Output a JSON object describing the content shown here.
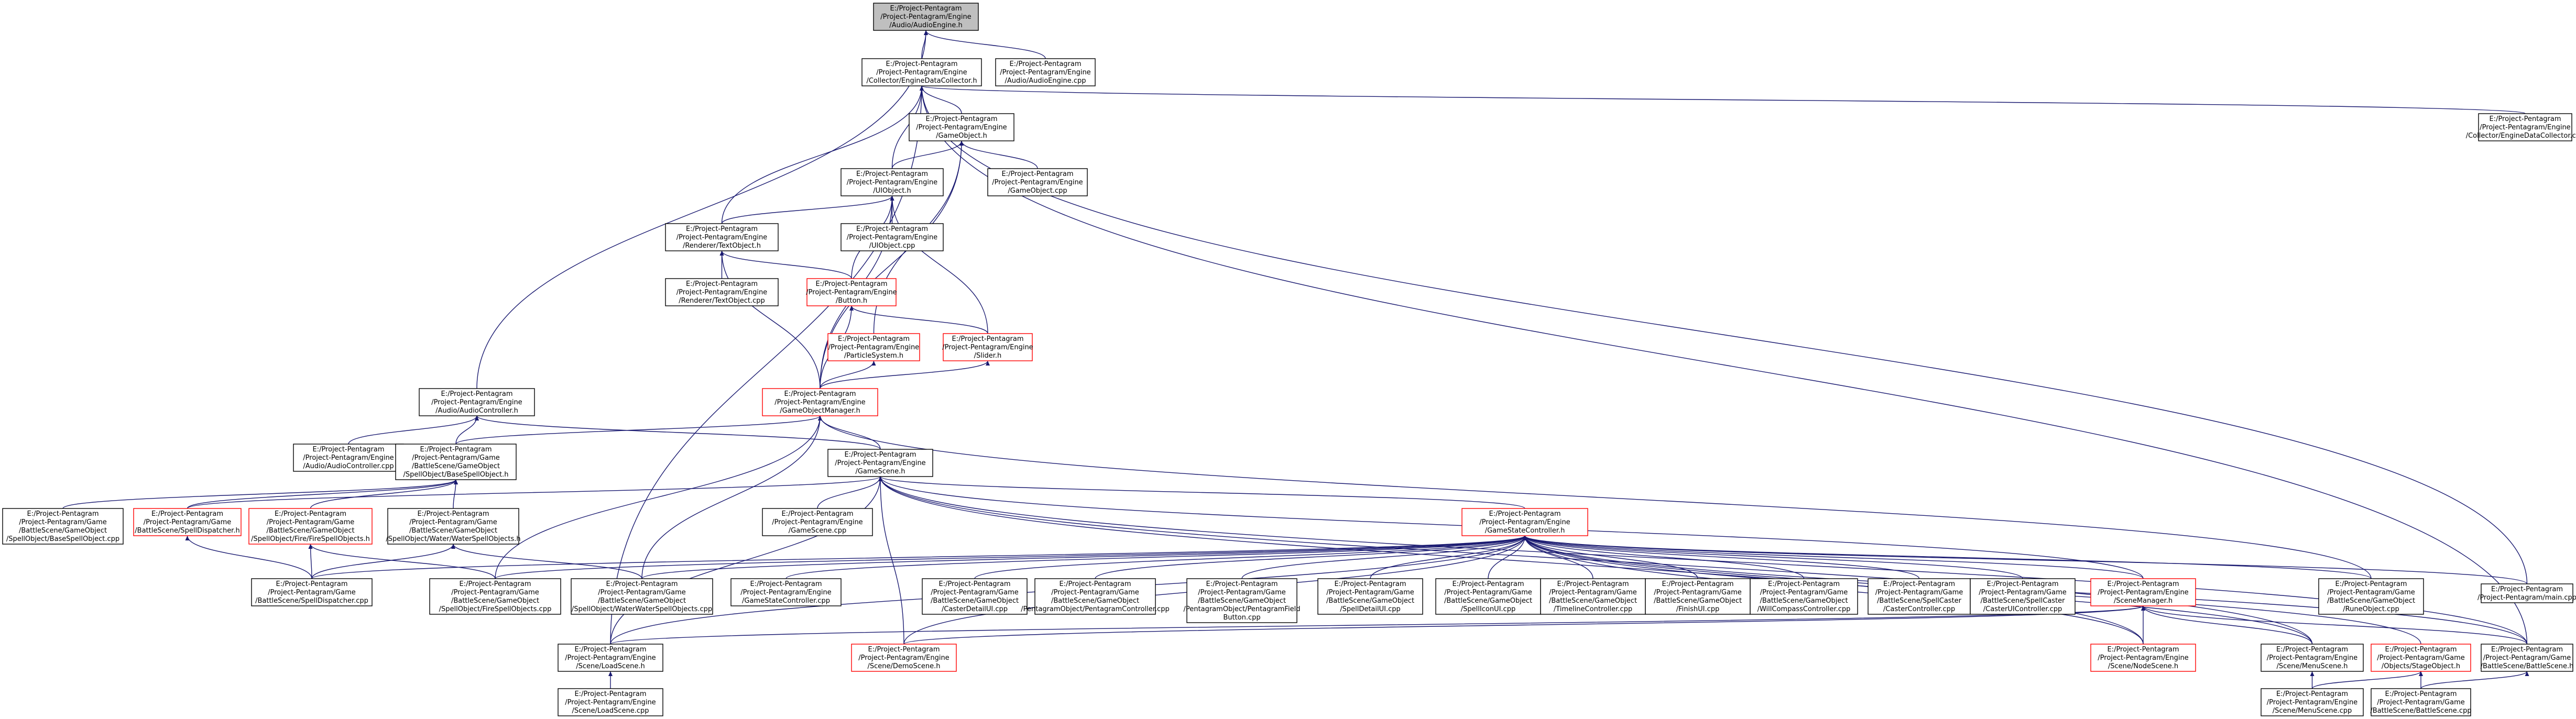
{
  "colors": {
    "edge": "#191970",
    "highlight_border": "#ff0000",
    "root_fill": "#bfbfbf",
    "node_border": "#000000"
  },
  "nodes": [
    {
      "id": "audioengine_h",
      "lines": [
        "E:/Project-Pentagram",
        "/Project-Pentagram/Engine",
        "/Audio/AudioEngine.h"
      ],
      "style": "root"
    },
    {
      "id": "audioengine_cpp",
      "lines": [
        "E:/Project-Pentagram",
        "/Project-Pentagram/Engine",
        "/Audio/AudioEngine.cpp"
      ],
      "style": "normal"
    },
    {
      "id": "collector_h",
      "lines": [
        "E:/Project-Pentagram",
        "/Project-Pentagram/Engine",
        "/Collector/EngineDataCollector.h"
      ],
      "style": "normal"
    },
    {
      "id": "collector_cpp",
      "lines": [
        "E:/Project-Pentagram",
        "/Project-Pentagram/Engine",
        "/Collector/EngineDataCollector.cpp"
      ],
      "style": "normal"
    },
    {
      "id": "gameobject_h",
      "lines": [
        "E:/Project-Pentagram",
        "/Project-Pentagram/Engine",
        "/GameObject.h"
      ],
      "style": "normal"
    },
    {
      "id": "gameobject_cpp",
      "lines": [
        "E:/Project-Pentagram",
        "/Project-Pentagram/Engine",
        "/GameObject.cpp"
      ],
      "style": "normal"
    },
    {
      "id": "uiobject_h",
      "lines": [
        "E:/Project-Pentagram",
        "/Project-Pentagram/Engine",
        "/UIObject.h"
      ],
      "style": "normal"
    },
    {
      "id": "uiobject_cpp",
      "lines": [
        "E:/Project-Pentagram",
        "/Project-Pentagram/Engine",
        "/UIObject.cpp"
      ],
      "style": "normal"
    },
    {
      "id": "textobject_h",
      "lines": [
        "E:/Project-Pentagram",
        "/Project-Pentagram/Engine",
        "/Renderer/TextObject.h"
      ],
      "style": "normal"
    },
    {
      "id": "textobject_cpp",
      "lines": [
        "E:/Project-Pentagram",
        "/Project-Pentagram/Engine",
        "/Renderer/TextObject.cpp"
      ],
      "style": "normal"
    },
    {
      "id": "button_h",
      "lines": [
        "E:/Project-Pentagram",
        "/Project-Pentagram/Engine",
        "/Button.h"
      ],
      "style": "red"
    },
    {
      "id": "particlesystem_h",
      "lines": [
        "E:/Project-Pentagram",
        "/Project-Pentagram/Engine",
        "/ParticleSystem.h"
      ],
      "style": "red"
    },
    {
      "id": "slider_h",
      "lines": [
        "E:/Project-Pentagram",
        "/Project-Pentagram/Engine",
        "/Slider.h"
      ],
      "style": "red"
    },
    {
      "id": "gameobjectmanager_h",
      "lines": [
        "E:/Project-Pentagram",
        "/Project-Pentagram/Engine",
        "/GameObjectManager.h"
      ],
      "style": "red"
    },
    {
      "id": "audiocontroller_h",
      "lines": [
        "E:/Project-Pentagram",
        "/Project-Pentagram/Engine",
        "/Audio/AudioController.h"
      ],
      "style": "normal"
    },
    {
      "id": "audiocontroller_cpp",
      "lines": [
        "E:/Project-Pentagram",
        "/Project-Pentagram/Engine",
        "/Audio/AudioController.cpp"
      ],
      "style": "normal"
    },
    {
      "id": "basespellobject_h",
      "lines": [
        "E:/Project-Pentagram",
        "/Project-Pentagram/Game",
        "/BattleScene/GameObject",
        "/SpellObject/BaseSpellObject.h"
      ],
      "style": "normal"
    },
    {
      "id": "basespellobject_cpp",
      "lines": [
        "E:/Project-Pentagram",
        "/Project-Pentagram/Game",
        "/BattleScene/GameObject",
        "/SpellObject/BaseSpellObject.cpp"
      ],
      "style": "normal"
    },
    {
      "id": "spelldispatcher_h",
      "lines": [
        "E:/Project-Pentagram",
        "/Project-Pentagram/Game",
        "/BattleScene/SpellDispatcher.h"
      ],
      "style": "red"
    },
    {
      "id": "firefirespellobjects_h",
      "lines": [
        "E:/Project-Pentagram",
        "/Project-Pentagram/Game",
        "/BattleScene/GameObject",
        "/SpellObject/Fire/FireSpellObjects.h"
      ],
      "style": "red"
    },
    {
      "id": "waterwaterspellobjects_h",
      "lines": [
        "E:/Project-Pentagram",
        "/Project-Pentagram/Game",
        "/BattleScene/GameObject",
        "/SpellObject/Water/WaterSpellObjects.h"
      ],
      "style": "normal"
    },
    {
      "id": "spelldispatcher_cpp",
      "lines": [
        "E:/Project-Pentagram",
        "/Project-Pentagram/Game",
        "/BattleScene/SpellDispatcher.cpp"
      ],
      "style": "normal"
    },
    {
      "id": "firespellobjects_cpp",
      "lines": [
        "E:/Project-Pentagram",
        "/Project-Pentagram/Game",
        "/BattleScene/GameObject",
        "/SpellObject/FireSpellObjects.cpp"
      ],
      "style": "normal"
    },
    {
      "id": "waterspellobjects_cpp",
      "lines": [
        "E:/Project-Pentagram",
        "/Project-Pentagram/Game",
        "/BattleScene/GameObject",
        "/SpellObject/WaterWaterSpellObjects.cpp"
      ],
      "style": "normal"
    },
    {
      "id": "gamescene_h",
      "lines": [
        "E:/Project-Pentagram",
        "/Project-Pentagram/Engine",
        "/GameScene.h"
      ],
      "style": "normal"
    },
    {
      "id": "gamescene_cpp",
      "lines": [
        "E:/Project-Pentagram",
        "/Project-Pentagram/Engine",
        "/GameScene.cpp"
      ],
      "style": "normal"
    },
    {
      "id": "gamestatecontroller_h",
      "lines": [
        "E:/Project-Pentagram",
        "/Project-Pentagram/Engine",
        "/GameStateController.h"
      ],
      "style": "red"
    },
    {
      "id": "gamestatecontroller_cpp",
      "lines": [
        "E:/Project-Pentagram",
        "/Project-Pentagram/Engine",
        "/GameStateController.cpp"
      ],
      "style": "normal"
    },
    {
      "id": "casterdetailui_cpp",
      "lines": [
        "E:/Project-Pentagram",
        "/Project-Pentagram/Game",
        "/BattleScene/GameObject",
        "/CasterDetailUI.cpp"
      ],
      "style": "normal"
    },
    {
      "id": "pentagramcontroller_cpp",
      "lines": [
        "E:/Project-Pentagram",
        "/Project-Pentagram/Game",
        "/BattleScene/GameObject",
        "/PentagramObject/PentagramController.cpp"
      ],
      "style": "normal"
    },
    {
      "id": "pentagramfieldbutton_cpp",
      "lines": [
        "E:/Project-Pentagram",
        "/Project-Pentagram/Game",
        "/BattleScene/GameObject",
        "/PentagramObject/PentagramField",
        "Button.cpp"
      ],
      "style": "normal"
    },
    {
      "id": "spelldetailui_cpp",
      "lines": [
        "E:/Project-Pentagram",
        "/Project-Pentagram/Game",
        "/BattleScene/GameObject",
        "/SpellDetailUI.cpp"
      ],
      "style": "normal"
    },
    {
      "id": "spelliconui_cpp",
      "lines": [
        "E:/Project-Pentagram",
        "/Project-Pentagram/Game",
        "/BattleScene/GameObject",
        "/SpellIconUI.cpp"
      ],
      "style": "normal"
    },
    {
      "id": "timelinecontroller_cpp",
      "lines": [
        "E:/Project-Pentagram",
        "/Project-Pentagram/Game",
        "/BattleScene/GameObject",
        "/TimelineController.cpp"
      ],
      "style": "normal"
    },
    {
      "id": "finishui_cpp",
      "lines": [
        "E:/Project-Pentagram",
        "/Project-Pentagram/Game",
        "/BattleScene/GameObject",
        "/FinishUI.cpp"
      ],
      "style": "normal"
    },
    {
      "id": "willcompasscontroller_cpp",
      "lines": [
        "E:/Project-Pentagram",
        "/Project-Pentagram/Game",
        "/BattleScene/GameObject",
        "/WillCompassController.cpp"
      ],
      "style": "normal"
    },
    {
      "id": "castercontroller_cpp",
      "lines": [
        "E:/Project-Pentagram",
        "/Project-Pentagram/Game",
        "/BattleScene/SpellCaster",
        "/CasterController.cpp"
      ],
      "style": "normal"
    },
    {
      "id": "casteruicontroller_cpp",
      "lines": [
        "E:/Project-Pentagram",
        "/Project-Pentagram/Game",
        "/BattleScene/SpellCaster",
        "/CasterUIController.cpp"
      ],
      "style": "normal"
    },
    {
      "id": "scenemanager_h",
      "lines": [
        "E:/Project-Pentagram",
        "/Project-Pentagram/Engine",
        "/SceneManager.h"
      ],
      "style": "red"
    },
    {
      "id": "runeobject_cpp",
      "lines": [
        "E:/Project-Pentagram",
        "/Project-Pentagram/Game",
        "/BattleScene/GameObject",
        "/RuneObject.cpp"
      ],
      "style": "normal"
    },
    {
      "id": "pentagrammain_cpp",
      "lines": [
        "E:/Project-Pentagram",
        "/Project-Pentagram/main.cpp"
      ],
      "style": "normal"
    },
    {
      "id": "loadscene_h",
      "lines": [
        "E:/Project-Pentagram",
        "/Project-Pentagram/Engine",
        "/Scene/LoadScene.h"
      ],
      "style": "normal"
    },
    {
      "id": "loadscene_cpp",
      "lines": [
        "E:/Project-Pentagram",
        "/Project-Pentagram/Engine",
        "/Scene/LoadScene.cpp"
      ],
      "style": "normal"
    },
    {
      "id": "demoscene_h",
      "lines": [
        "E:/Project-Pentagram",
        "/Project-Pentagram/Engine",
        "/Scene/DemoScene.h"
      ],
      "style": "red"
    },
    {
      "id": "nodescene_h",
      "lines": [
        "E:/Project-Pentagram",
        "/Project-Pentagram/Engine",
        "/Scene/NodeScene.h"
      ],
      "style": "red"
    },
    {
      "id": "menuscene_h",
      "lines": [
        "E:/Project-Pentagram",
        "/Project-Pentagram/Engine",
        "/Scene/MenuScene.h"
      ],
      "style": "normal"
    },
    {
      "id": "menuscene_cpp",
      "lines": [
        "E:/Project-Pentagram",
        "/Project-Pentagram/Engine",
        "/Scene/MenuScene.cpp"
      ],
      "style": "normal"
    },
    {
      "id": "stageobject_h",
      "lines": [
        "E:/Project-Pentagram",
        "/Project-Pentagram/Game",
        "/Objects/StageObject.h"
      ],
      "style": "red"
    },
    {
      "id": "battlescene_h",
      "lines": [
        "E:/Project-Pentagram",
        "/Project-Pentagram/Game",
        "/BattleScene/BattleScene.h"
      ],
      "style": "normal"
    },
    {
      "id": "battlescene_cpp",
      "lines": [
        "E:/Project-Pentagram",
        "/Project-Pentagram/Game",
        "/BattleScene/BattleScene.cpp"
      ],
      "style": "normal"
    }
  ],
  "edges": [
    [
      "audioengine_cpp",
      "audioengine_h"
    ],
    [
      "collector_h",
      "audioengine_h"
    ],
    [
      "audiocontroller_h",
      "audioengine_h"
    ],
    [
      "collector_cpp",
      "collector_h"
    ],
    [
      "gameobject_h",
      "collector_h"
    ],
    [
      "uiobject_h",
      "collector_h"
    ],
    [
      "textobject_h",
      "collector_h"
    ],
    [
      "loadscene_h",
      "collector_h"
    ],
    [
      "battlescene_h",
      "collector_h"
    ],
    [
      "pentagrammain_cpp",
      "collector_h"
    ],
    [
      "gameobject_cpp",
      "gameobject_h"
    ],
    [
      "uiobject_h",
      "gameobject_h"
    ],
    [
      "gameobjectmanager_h",
      "gameobject_h"
    ],
    [
      "particlesystem_h",
      "gameobject_h"
    ],
    [
      "uiobject_cpp",
      "uiobject_h"
    ],
    [
      "textobject_h",
      "uiobject_h"
    ],
    [
      "button_h",
      "uiobject_h"
    ],
    [
      "slider_h",
      "uiobject_h"
    ],
    [
      "gameobjectmanager_h",
      "uiobject_h"
    ],
    [
      "textobject_cpp",
      "textobject_h"
    ],
    [
      "button_h",
      "textobject_h"
    ],
    [
      "gameobjectmanager_h",
      "textobject_h"
    ],
    [
      "slider_h",
      "button_h"
    ],
    [
      "gameobjectmanager_h",
      "button_h"
    ],
    [
      "gameobjectmanager_h",
      "particlesystem_h"
    ],
    [
      "gameobjectmanager_h",
      "slider_h"
    ],
    [
      "audiocontroller_cpp",
      "audiocontroller_h"
    ],
    [
      "basespellobject_h",
      "audiocontroller_h"
    ],
    [
      "gamescene_h",
      "audiocontroller_h"
    ],
    [
      "basespellobject_h",
      "gameobjectmanager_h"
    ],
    [
      "gamescene_h",
      "gameobjectmanager_h"
    ],
    [
      "firespellobjects_cpp",
      "gameobjectmanager_h"
    ],
    [
      "waterspellobjects_cpp",
      "gameobjectmanager_h"
    ],
    [
      "runeobject_cpp",
      "gameobjectmanager_h"
    ],
    [
      "basespellobject_cpp",
      "basespellobject_h"
    ],
    [
      "spelldispatcher_h",
      "basespellobject_h"
    ],
    [
      "firefirespellobjects_h",
      "basespellobject_h"
    ],
    [
      "waterwaterspellobjects_h",
      "basespellobject_h"
    ],
    [
      "spelldispatcher_cpp",
      "spelldispatcher_h"
    ],
    [
      "spelldispatcher_cpp",
      "firefirespellobjects_h"
    ],
    [
      "firespellobjects_cpp",
      "firefirespellobjects_h"
    ],
    [
      "spelldispatcher_cpp",
      "waterwaterspellobjects_h"
    ],
    [
      "waterspellobjects_cpp",
      "waterwaterspellobjects_h"
    ],
    [
      "gamescene_cpp",
      "gamescene_h"
    ],
    [
      "gamestatecontroller_h",
      "gamescene_h"
    ],
    [
      "spelldispatcher_h",
      "gamescene_h"
    ],
    [
      "loadscene_h",
      "gamescene_h"
    ],
    [
      "demoscene_h",
      "gamescene_h"
    ],
    [
      "nodescene_h",
      "gamescene_h"
    ],
    [
      "menuscene_h",
      "gamescene_h"
    ],
    [
      "battlescene_h",
      "gamescene_h"
    ],
    [
      "scenemanager_h",
      "gamescene_h"
    ],
    [
      "gamestatecontroller_cpp",
      "gamestatecontroller_h"
    ],
    [
      "spelldispatcher_cpp",
      "gamestatecontroller_h"
    ],
    [
      "firespellobjects_cpp",
      "gamestatecontroller_h"
    ],
    [
      "waterspellobjects_cpp",
      "gamestatecontroller_h"
    ],
    [
      "casterdetailui_cpp",
      "gamestatecontroller_h"
    ],
    [
      "pentagramcontroller_cpp",
      "gamestatecontroller_h"
    ],
    [
      "pentagramfieldbutton_cpp",
      "gamestatecontroller_h"
    ],
    [
      "spelldetailui_cpp",
      "gamestatecontroller_h"
    ],
    [
      "spelliconui_cpp",
      "gamestatecontroller_h"
    ],
    [
      "timelinecontroller_cpp",
      "gamestatecontroller_h"
    ],
    [
      "finishui_cpp",
      "gamestatecontroller_h"
    ],
    [
      "willcompasscontroller_cpp",
      "gamestatecontroller_h"
    ],
    [
      "castercontroller_cpp",
      "gamestatecontroller_h"
    ],
    [
      "casteruicontroller_cpp",
      "gamestatecontroller_h"
    ],
    [
      "scenemanager_h",
      "gamestatecontroller_h"
    ],
    [
      "runeobject_cpp",
      "gamestatecontroller_h"
    ],
    [
      "pentagrammain_cpp",
      "gamestatecontroller_h"
    ],
    [
      "loadscene_h",
      "gamestatecontroller_h"
    ],
    [
      "demoscene_h",
      "gamestatecontroller_h"
    ],
    [
      "nodescene_h",
      "gamestatecontroller_h"
    ],
    [
      "menuscene_h",
      "gamestatecontroller_h"
    ],
    [
      "stageobject_h",
      "gamestatecontroller_h"
    ],
    [
      "battlescene_h",
      "gamestatecontroller_h"
    ],
    [
      "loadscene_h",
      "scenemanager_h"
    ],
    [
      "demoscene_h",
      "scenemanager_h"
    ],
    [
      "nodescene_h",
      "scenemanager_h"
    ],
    [
      "menuscene_h",
      "scenemanager_h"
    ],
    [
      "battlescene_h",
      "scenemanager_h"
    ],
    [
      "loadscene_cpp",
      "loadscene_h"
    ],
    [
      "menuscene_cpp",
      "menuscene_h"
    ],
    [
      "menuscene_cpp",
      "stageobject_h"
    ],
    [
      "battlescene_cpp",
      "stageobject_h"
    ],
    [
      "battlescene_cpp",
      "battlescene_h"
    ]
  ]
}
